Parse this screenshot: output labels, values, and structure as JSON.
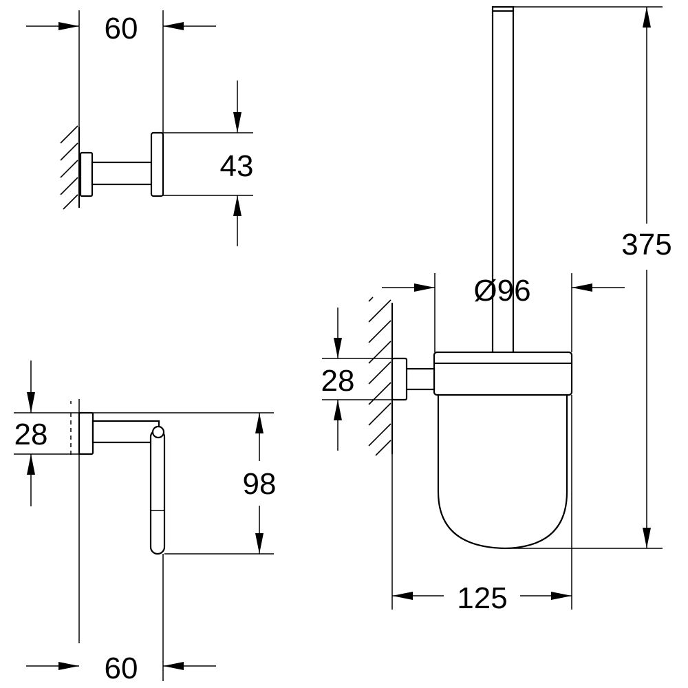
{
  "drawing": {
    "hook": {
      "width": "60",
      "height": "43"
    },
    "paper_holder": {
      "width": "60",
      "rosette": "28",
      "height": "98"
    },
    "brush_set": {
      "rosette": "28",
      "diameter": "Ø96",
      "depth": "125",
      "height": "375"
    }
  },
  "colors": {
    "line": "#000000",
    "background": "#ffffff"
  }
}
